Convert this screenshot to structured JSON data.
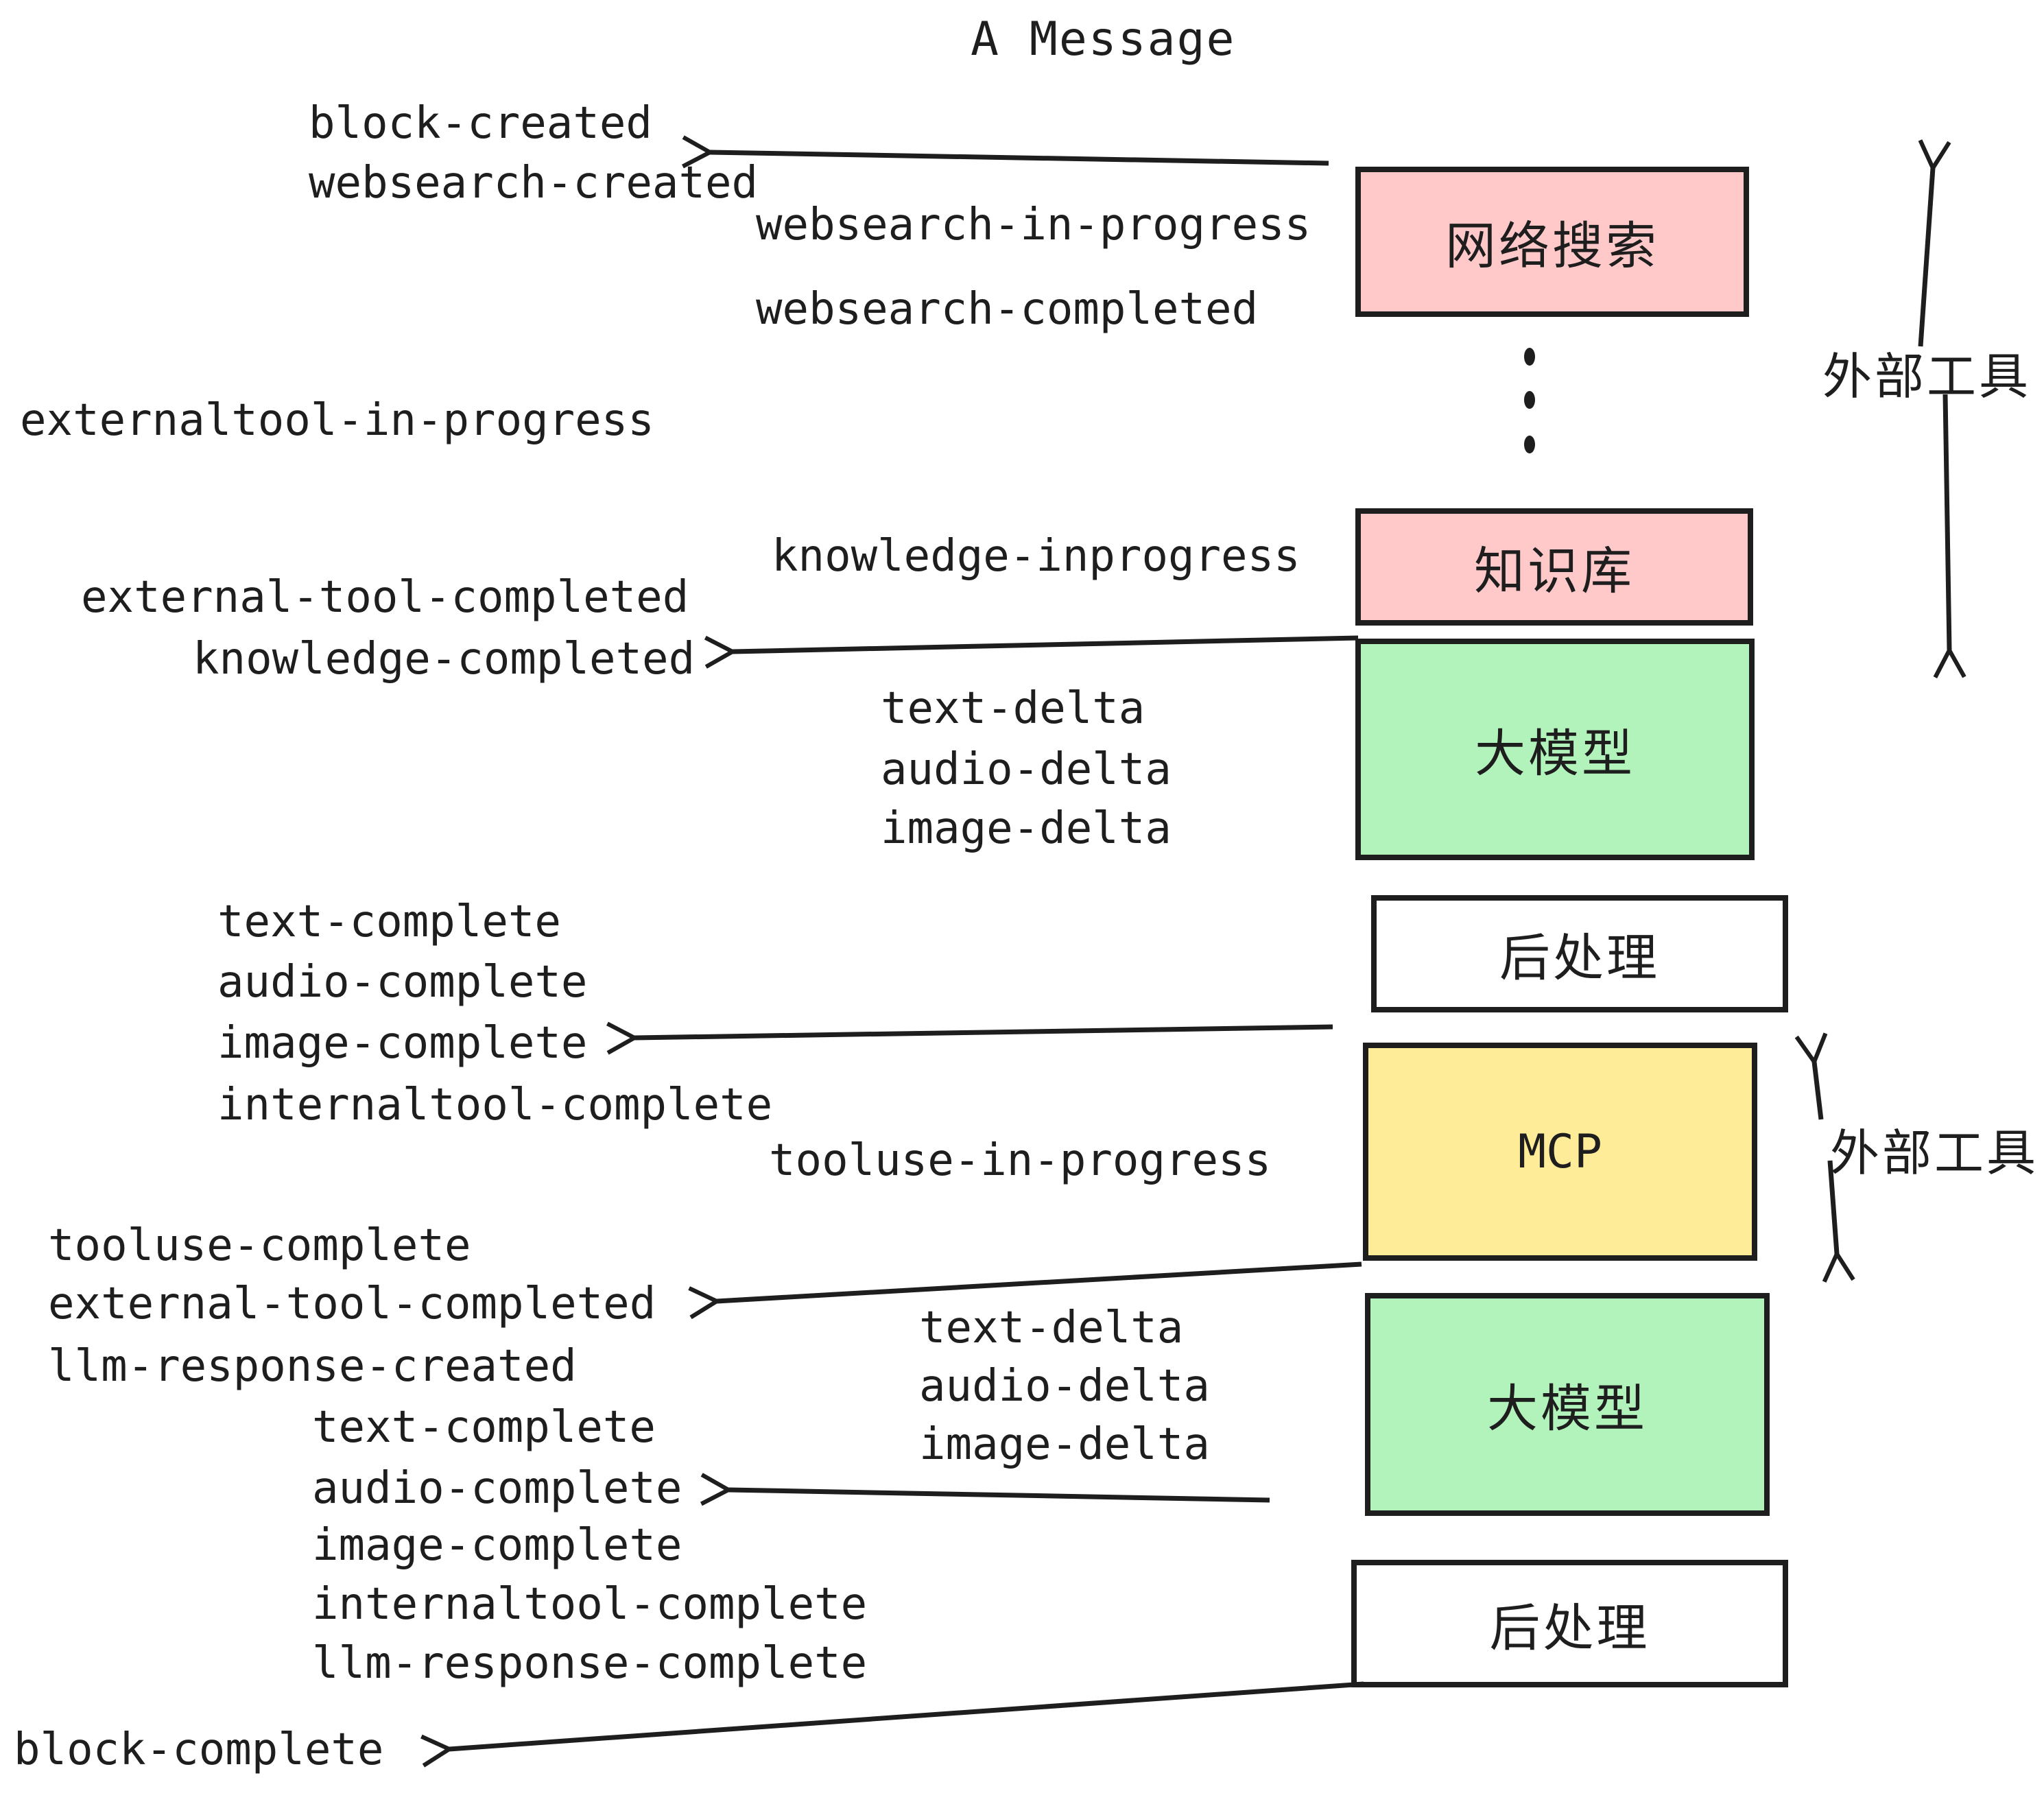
{
  "title": "A Message",
  "colors": {
    "stroke": "#1e1e1e",
    "box_pink": "#ffc9c9",
    "box_green": "#b2f2bb",
    "box_yellow": "#ffec99",
    "box_white": "#ffffff",
    "background": "#ffffff"
  },
  "boxes": [
    {
      "id": "web-search",
      "label": "网络搜索",
      "color": "#ffc9c9"
    },
    {
      "id": "knowledge-base",
      "label": "知识库",
      "color": "#ffc9c9"
    },
    {
      "id": "llm-1",
      "label": "大模型",
      "color": "#b2f2bb"
    },
    {
      "id": "post-process-1",
      "label": "后处理",
      "color": "#ffffff"
    },
    {
      "id": "mcp",
      "label": "MCP",
      "color": "#ffec99"
    },
    {
      "id": "llm-2",
      "label": "大模型",
      "color": "#b2f2bb"
    },
    {
      "id": "post-process-2",
      "label": "后处理",
      "color": "#ffffff"
    }
  ],
  "side_annotations": [
    {
      "label": "外部工具"
    },
    {
      "label": "外部工具"
    }
  ],
  "events": [
    "block-created",
    "websearch-created",
    "websearch-in-progress",
    "websearch-completed",
    "externaltool-in-progress",
    "knowledge-inprogress",
    "external-tool-completed",
    "knowledge-completed",
    "text-delta",
    "audio-delta",
    "image-delta",
    "text-complete",
    "audio-complete",
    "image-complete",
    "internaltool-complete",
    "tooluse-in-progress",
    "tooluse-complete",
    "external-tool-completed",
    "llm-response-created",
    "text-delta",
    "audio-delta",
    "image-delta",
    "text-complete",
    "audio-complete",
    "image-complete",
    "internaltool-complete",
    "llm-response-complete",
    "block-complete"
  ]
}
